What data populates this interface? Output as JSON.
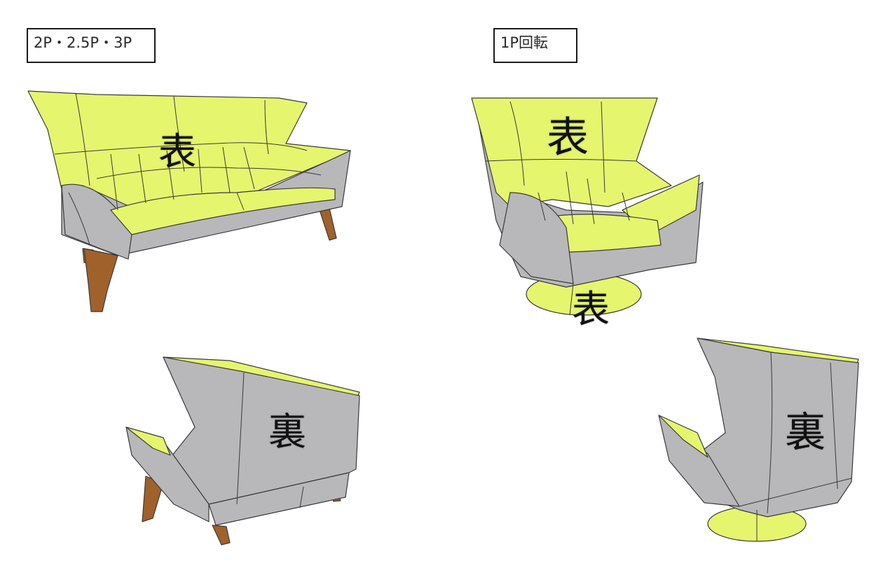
{
  "labels": {
    "left_group": "2P・2.5P・3P",
    "right_group": "1P回転"
  },
  "figures": {
    "sofa_front": {
      "caption": "表"
    },
    "chair_front": {
      "caption": "表",
      "base_caption": "表"
    },
    "sofa_back": {
      "caption": "裏"
    },
    "chair_back": {
      "caption": "裏"
    }
  },
  "colors": {
    "fabric_front": "#E6F56E",
    "shell": "#B8B8BA",
    "leg_wood": "#A0612B",
    "outline": "#3a3a3a"
  }
}
